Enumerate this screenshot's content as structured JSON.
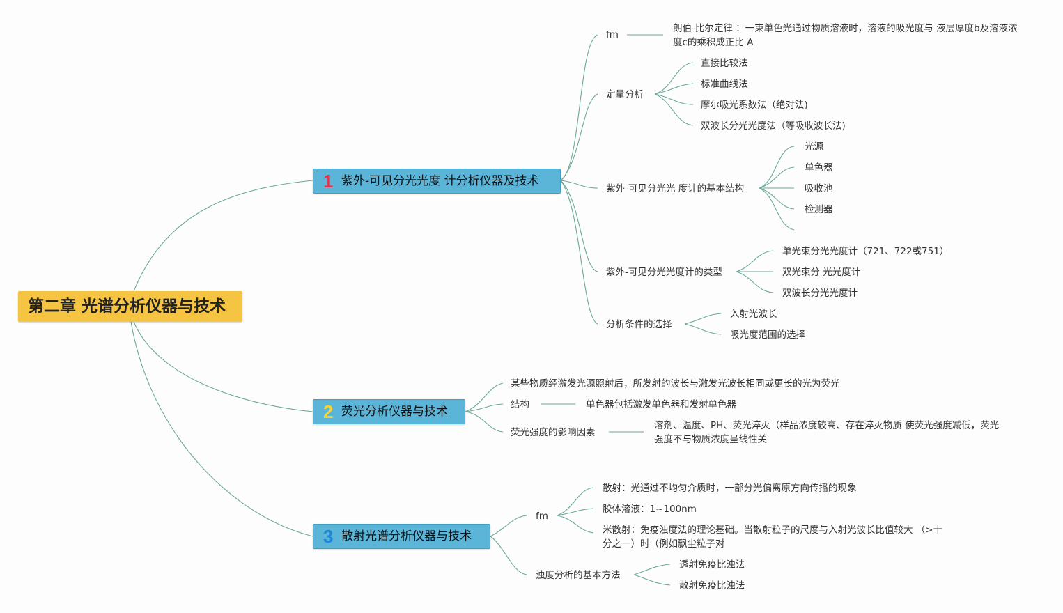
{
  "root": {
    "title": "第二章 光谱分析仪器与技术"
  },
  "branches": [
    {
      "number": "1",
      "title": "紫外-可见分光光度 计分析仪器及技术",
      "items": [
        {
          "label": "fm",
          "detail": "朗伯-比尔定律 ：一束单色光通过物质溶液时，溶液的吸光度与 液层厚度b及溶液浓度c的乘积成正比 A"
        },
        {
          "label": "定量分析",
          "children": [
            "直接比较法",
            "标准曲线法",
            "摩尔吸光系数法（绝对法)",
            "双波长分光光度法（等吸收波长法)"
          ]
        },
        {
          "label": "紫外-可见分光光 度计的基本结构",
          "children": [
            "光源",
            "单色器",
            "吸收池",
            "检测器"
          ]
        },
        {
          "label": "紫外-可见分光光度计的类型",
          "children": [
            "单光束分光光度计（721、722或751）",
            "双光束分 光光度计",
            "双波长分光光度计"
          ]
        },
        {
          "label": "分析条件的选择",
          "children": [
            "入射光波长",
            "吸光度范围的选择"
          ]
        }
      ]
    },
    {
      "number": "2",
      "title": "荧光分析仪器与技术",
      "items": [
        {
          "label": "某些物质经激发光源照射后，所发射的波长与激发光波长相同或更长的光为荧光"
        },
        {
          "label": "结构",
          "detail": "单色器包括激发单色器和发射单色器"
        },
        {
          "label": "荧光强度的影响因素",
          "detail": "溶剂、温度、PH、荧光淬灭（样品浓度较高、存在淬灭物质 使荧光强度减低，荧光强度不与物质浓度呈线性关"
        }
      ]
    },
    {
      "number": "3",
      "title": "散射光谱分析仪器与技术",
      "items": [
        {
          "label": "fm",
          "children": [
            "散射：光通过不均匀介质时，一部分光偏离原方向传播的现象",
            "胶体溶液：1~100nm",
            "米散射：免疫浊度法的理论基础。当散射粒子的尺度与入射光波长比值较大 （>十分之一）时（例如飘尘粒子对"
          ]
        },
        {
          "label": "浊度分析的基本方法",
          "children": [
            "透射免疫比浊法",
            "散射免疫比浊法"
          ]
        }
      ]
    }
  ]
}
